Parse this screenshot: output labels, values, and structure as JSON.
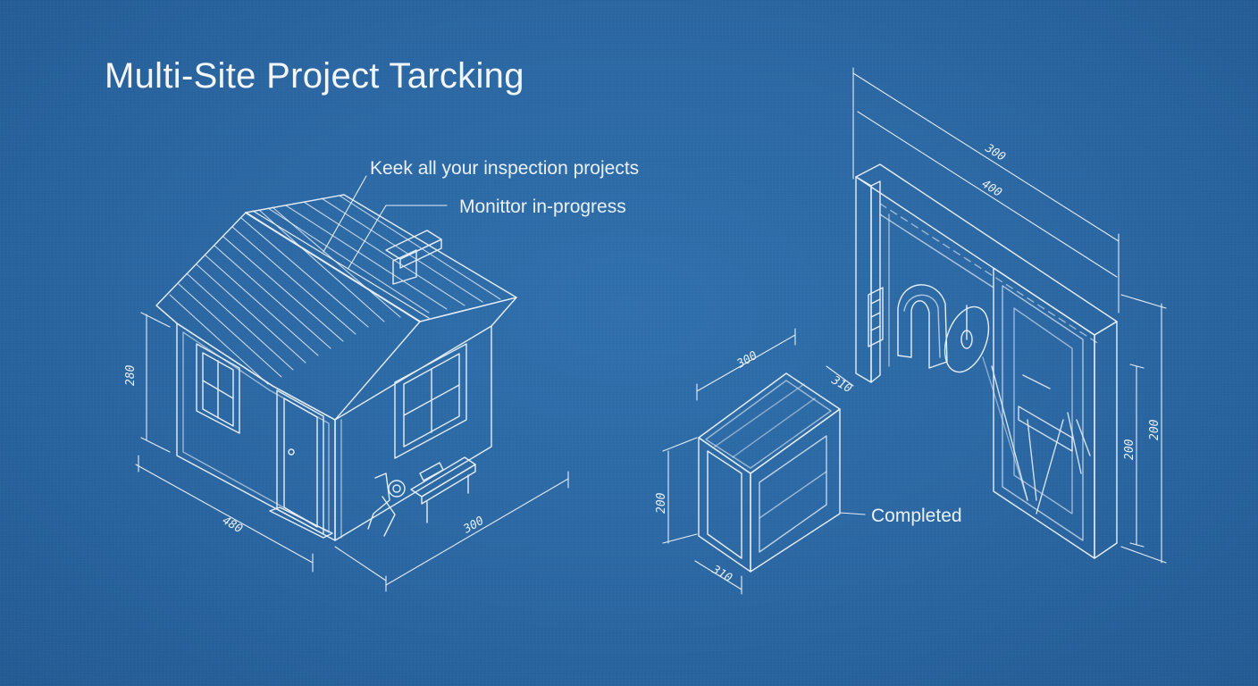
{
  "title": "Multi-Site Project Tarcking",
  "callouts": {
    "keep_all": "Keek all your inspection projects",
    "monitor": "Monittor in-progress",
    "completed": "Completed"
  },
  "house_dimensions": {
    "height": "280",
    "front_width": "480",
    "side_depth": "300"
  },
  "small_box_dimensions": {
    "top_width": "300",
    "top_depth": "310",
    "height": "200",
    "bottom": "310"
  },
  "panel_dimensions": {
    "outer_width": "300",
    "inner_width": "400",
    "right_height_outer": "200",
    "right_height_inner": "200"
  },
  "colors": {
    "background": "#2a66a2",
    "line": "#e6eef7"
  }
}
